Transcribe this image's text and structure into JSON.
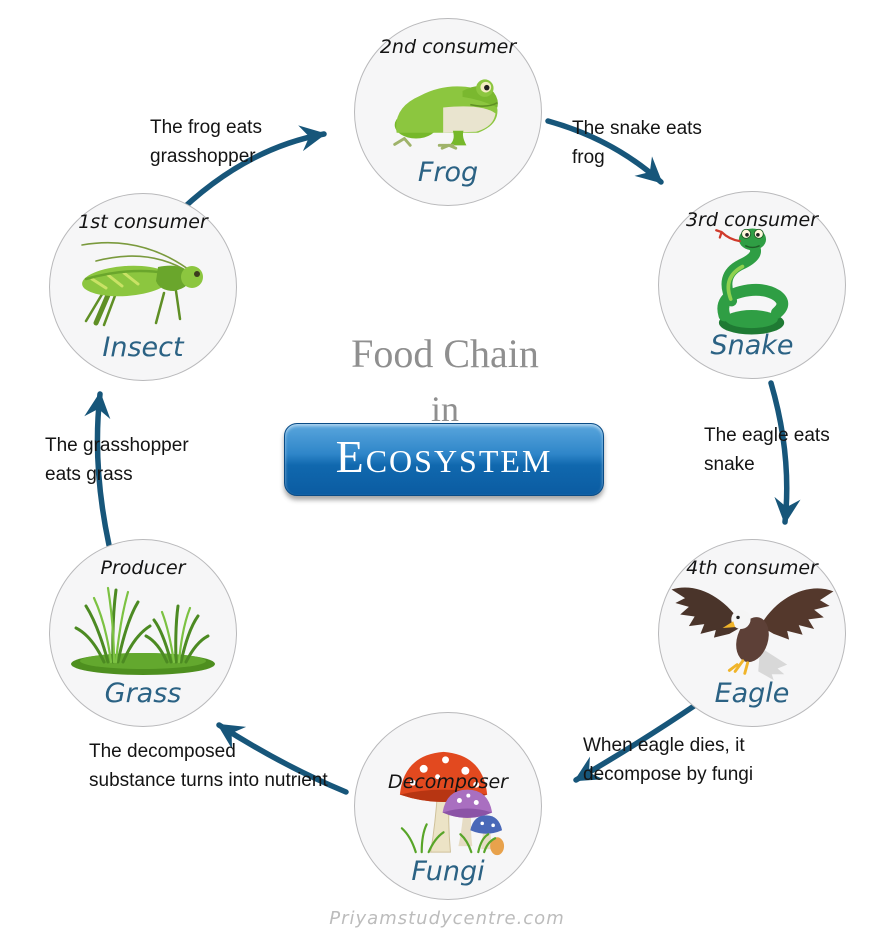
{
  "title": {
    "line1": "Food Chain",
    "line2": "in",
    "button_label": "Ecosystem"
  },
  "watermark": "Priyamstudycentre.com",
  "colors": {
    "arrow": "#17567a",
    "node_name_text": "#2b6284",
    "node_fill": "#f6f6f7",
    "node_border": "#b9b9bb",
    "title_gray": "#8f8f8f",
    "button_blue_top": "#5aa6dd",
    "button_blue_bottom": "#0b5ca2",
    "button_text": "#ffffff"
  },
  "nodes": [
    {
      "id": "frog",
      "role": "2nd consumer",
      "name": "Frog",
      "icon": "frog-icon"
    },
    {
      "id": "snake",
      "role": "3rd consumer",
      "name": "Snake",
      "icon": "snake-icon"
    },
    {
      "id": "eagle",
      "role": "4th consumer",
      "name": "Eagle",
      "icon": "eagle-icon"
    },
    {
      "id": "fungi",
      "role": "Decomposer",
      "name": "Fungi",
      "icon": "mushrooms-icon"
    },
    {
      "id": "grass",
      "role": "Producer",
      "name": "Grass",
      "icon": "grass-icon"
    },
    {
      "id": "insect",
      "role": "1st consumer",
      "name": "Insect",
      "icon": "grasshopper-icon"
    }
  ],
  "edges": [
    {
      "from": "insect",
      "to": "frog",
      "lines": [
        "The frog eats",
        "grasshopper"
      ]
    },
    {
      "from": "frog",
      "to": "snake",
      "lines": [
        "The snake eats",
        "frog"
      ]
    },
    {
      "from": "snake",
      "to": "eagle",
      "lines": [
        "The eagle eats",
        "snake"
      ]
    },
    {
      "from": "eagle",
      "to": "fungi",
      "lines": [
        "When eagle dies, it",
        "decompose by fungi"
      ]
    },
    {
      "from": "fungi",
      "to": "grass",
      "lines": [
        "The decomposed",
        "substance turns into nutrient"
      ]
    },
    {
      "from": "grass",
      "to": "insect",
      "lines": [
        "The grasshopper",
        "eats grass"
      ]
    }
  ]
}
